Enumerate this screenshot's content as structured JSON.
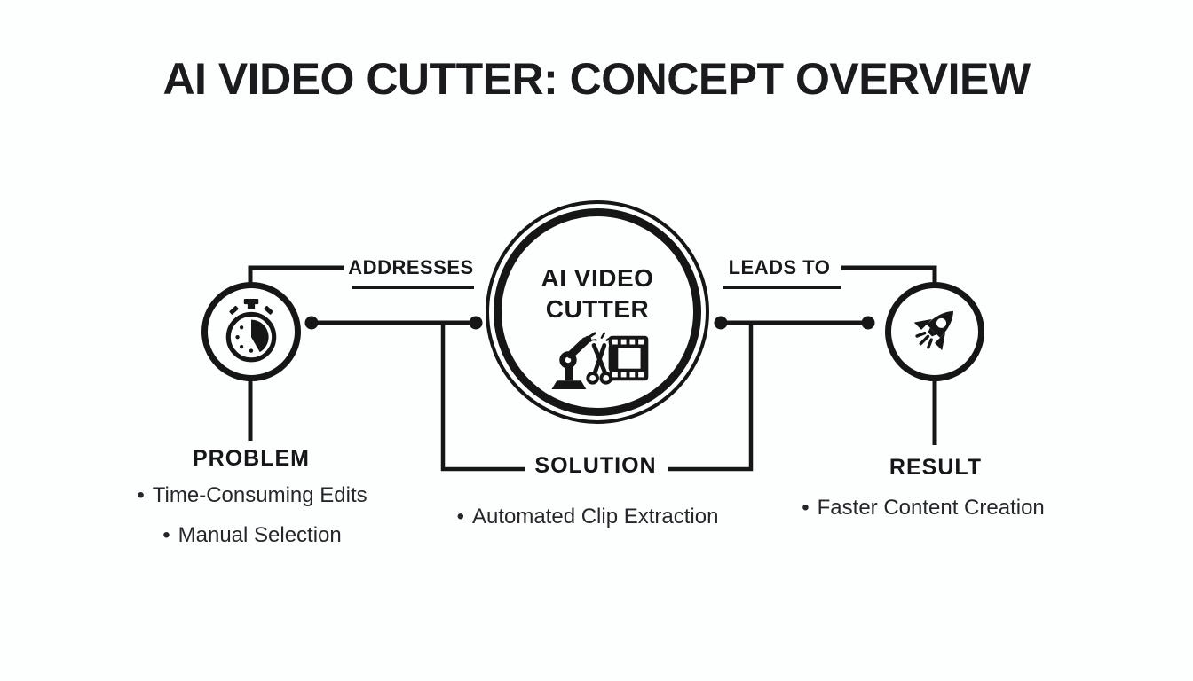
{
  "title": "AI VIDEO CUTTER: CONCEPT OVERVIEW",
  "bullet_char": "•",
  "center": {
    "name_lines": [
      "AI VIDEO",
      "CUTTER"
    ],
    "icon": "robot-arm-cutting-film-icon"
  },
  "connections": {
    "left_label": "ADDRESSES",
    "right_label": "LEADS TO"
  },
  "sections": {
    "problem": {
      "heading": "PROBLEM",
      "icon": "stopwatch-icon",
      "items": [
        "Time-Consuming Edits",
        "Manual Selection"
      ]
    },
    "solution": {
      "heading": "SOLUTION",
      "items": [
        "Automated Clip Extraction"
      ]
    },
    "result": {
      "heading": "RESULT",
      "icon": "rocket-icon",
      "items": [
        "Faster Content Creation"
      ]
    }
  },
  "colors": {
    "ink": "#161616",
    "background": "#fdfefe"
  }
}
